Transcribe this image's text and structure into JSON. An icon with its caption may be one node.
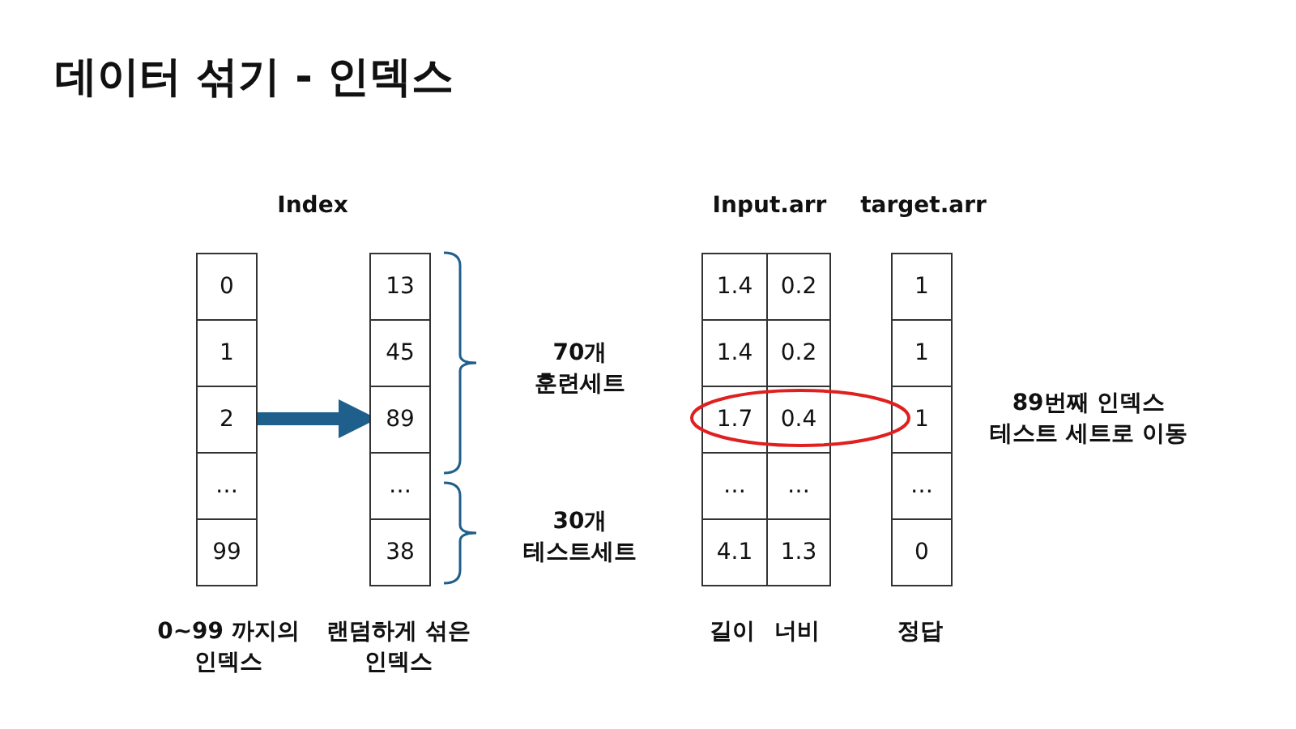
{
  "diagram": {
    "title": "데이터 섞기 - 인덱스",
    "nodes": [
      {
        "text": [
          "0"
        ]
      },
      {
        "text": [
          "1"
        ]
      },
      {
        "text": [
          "2"
        ]
      },
      {
        "text": [
          "…"
        ]
      },
      {
        "text": [
          "99"
        ]
      },
      {
        "text": [
          "13"
        ]
      },
      {
        "text": [
          "45"
        ]
      },
      {
        "text": [
          "89"
        ]
      },
      {
        "text": [
          "…"
        ]
      },
      {
        "text": [
          "38"
        ]
      },
      {
        "text": [
          "1.4"
        ]
      },
      {
        "text": [
          "0.2"
        ]
      },
      {
        "text": [
          "1.4"
        ]
      },
      {
        "text": [
          "0.2"
        ]
      },
      {
        "text": [
          "1.7"
        ]
      },
      {
        "text": [
          "0.4"
        ]
      },
      {
        "text": [
          "…"
        ]
      },
      {
        "text": [
          "…"
        ]
      },
      {
        "text": [
          "4.1"
        ]
      },
      {
        "text": [
          "1.3"
        ]
      },
      {
        "text": [
          "1"
        ]
      },
      {
        "text": [
          "1"
        ]
      },
      {
        "text": [
          "1"
        ]
      },
      {
        "text": [
          "…"
        ]
      },
      {
        "text": [
          "0"
        ]
      }
    ],
    "edges": [
      {
        "from": 2,
        "to": 7,
        "arrow": "to"
      }
    ],
    "labels": [
      "Index",
      "Input.arr",
      "target.arr",
      "70개 훈련세트",
      "89번째 인덱스 테스트 세트로 이동",
      "30개 테스트세트",
      "0~99 까지의 인덱스",
      "랜덤하게 섞은 인덱스",
      "길이",
      "너비",
      "정답"
    ]
  }
}
